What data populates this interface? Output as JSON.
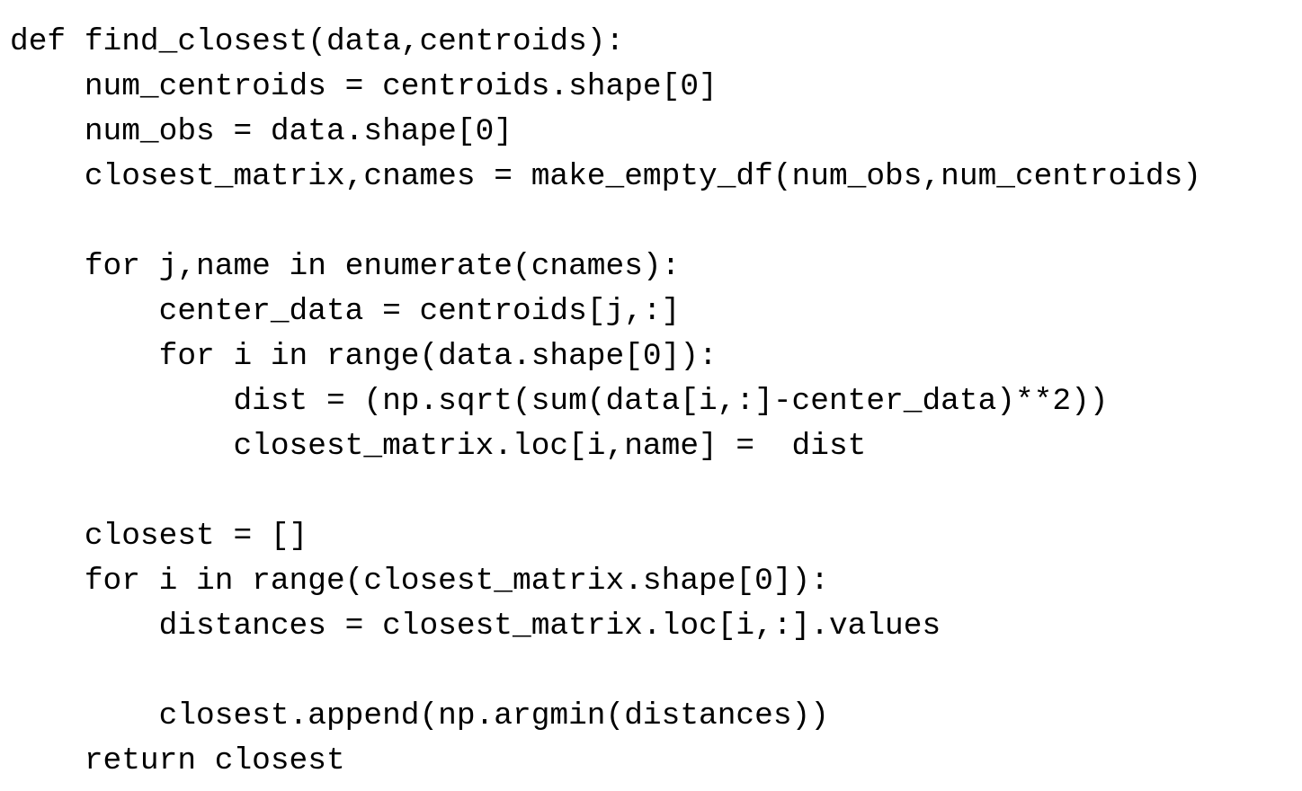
{
  "code": {
    "lines": [
      "def find_closest(data,centroids):",
      "    num_centroids = centroids.shape[0]",
      "    num_obs = data.shape[0]",
      "    closest_matrix,cnames = make_empty_df(num_obs,num_centroids)",
      "",
      "    for j,name in enumerate(cnames):",
      "        center_data = centroids[j,:]",
      "        for i in range(data.shape[0]):",
      "            dist = (np.sqrt(sum(data[i,:]-center_data)**2))",
      "            closest_matrix.loc[i,name] =  dist",
      "",
      "    closest = []",
      "    for i in range(closest_matrix.shape[0]):",
      "        distances = closest_matrix.loc[i,:].values",
      "",
      "        closest.append(np.argmin(distances))",
      "    return closest"
    ]
  }
}
